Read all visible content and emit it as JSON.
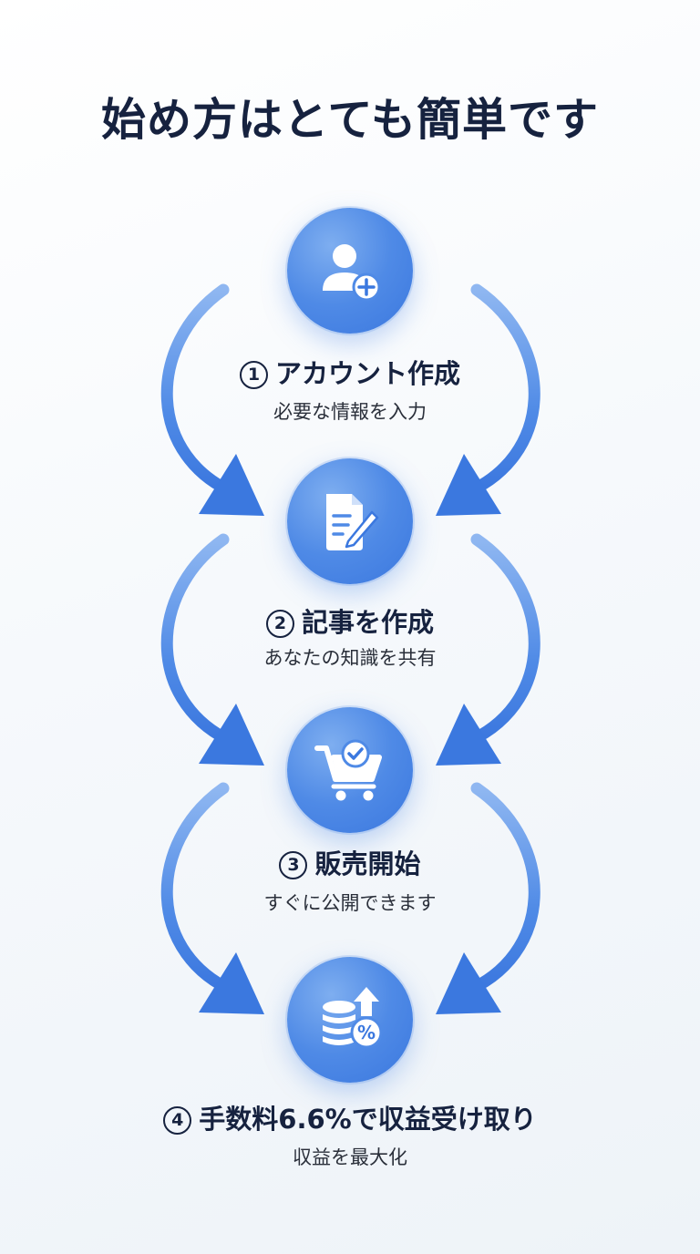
{
  "title": "始め方はとても簡単です",
  "colors": {
    "accent": "#3b78df",
    "accent_light": "#7eaef0",
    "text_dark": "#16223f"
  },
  "steps": [
    {
      "number": "1",
      "title": "アカウント作成",
      "subtitle": "必要な情報を入力",
      "icon": "user-add-icon"
    },
    {
      "number": "2",
      "title": "記事を作成",
      "subtitle": "あなたの知識を共有",
      "icon": "document-edit-icon"
    },
    {
      "number": "3",
      "title": "販売開始",
      "subtitle": "すぐに公開できます",
      "icon": "cart-check-icon"
    },
    {
      "number": "4",
      "title": "手数料6.6%で収益受け取り",
      "subtitle": "収益を最大化",
      "icon": "coins-percent-icon"
    }
  ],
  "icons": {
    "percent_symbol": "%"
  }
}
